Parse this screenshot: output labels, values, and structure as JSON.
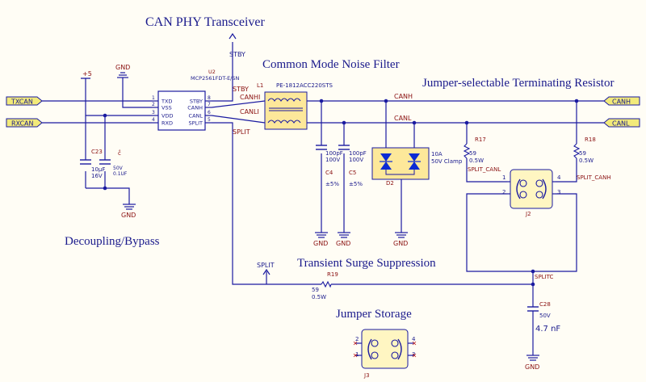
{
  "headings": {
    "can_phy": "CAN PHY Transceiver",
    "cm_filter": "Common Mode Noise Filter",
    "terminator": "Jumper-selectable Terminating Resistor",
    "decoupling": "Decoupling/Bypass",
    "transient": "Transient Surge Suppression",
    "jumper_storage": "Jumper Storage"
  },
  "ports": {
    "txcan": "TXCAN",
    "rxcan": "RXCAN",
    "canh": "CANH",
    "canl": "CANL"
  },
  "nets": {
    "gnd": "GND",
    "vplus": "+5",
    "stby": "STBY",
    "canh": "CANH",
    "canl": "CANL",
    "split": "SPLIT",
    "splitc": "SPLITC",
    "canhi": "CANHI",
    "canli": "CANLI",
    "split_canl": "SPLIT_CANL",
    "split_canh": "SPLIT_CANH"
  },
  "u2": {
    "ref": "U2",
    "part": "MCP2561FDT-E/SN",
    "pins_left": [
      "TXD",
      "VSS",
      "VDD",
      "RXD"
    ],
    "pins_right": [
      "STBY",
      "CANH",
      "CANL",
      "SPLIT"
    ],
    "nums_left": [
      "1",
      "2",
      "3",
      "4"
    ],
    "nums_right": [
      "8",
      "7",
      "6",
      "5"
    ]
  },
  "l1": {
    "ref": "L1",
    "part": "PE-1812ACC220STS"
  },
  "c23": {
    "ref": "C23",
    "value": "10µF",
    "voltage": "16V"
  },
  "c_bypass": {
    "value": "0.1UF",
    "voltage": "50V"
  },
  "c4": {
    "ref": "C4",
    "value": "100pF",
    "voltage": "100V",
    "tol": "±5%"
  },
  "c5": {
    "ref": "C5",
    "value": "100pF",
    "voltage": "100V",
    "tol": "±5%"
  },
  "d2": {
    "ref": "D2",
    "rating": "10A",
    "desc": "50V Clamp"
  },
  "r17": {
    "ref": "R17",
    "value": "59",
    "power": "0.5W"
  },
  "r18": {
    "ref": "R18",
    "value": "59",
    "power": "0.5W"
  },
  "r19": {
    "ref": "R19",
    "value": "59",
    "power": "0.5W"
  },
  "j2": {
    "ref": "J2",
    "pins": [
      "1",
      "2",
      "3",
      "4"
    ]
  },
  "j3": {
    "ref": "J3",
    "pins": [
      "2",
      "1",
      "4",
      "3"
    ]
  },
  "c28": {
    "ref": "C28",
    "voltage": "50V",
    "value": "4.7 nF"
  },
  "colors": {
    "wire": "#1a1aa0",
    "text": "#1a1a8c",
    "ref": "#8a1010",
    "part_fill": "#fff6c2",
    "part_fill_2": "#fde89a",
    "ic_fill": "#ffffff",
    "port_fill": "#f2ea7a",
    "diode": "#0a2bd4",
    "bg": "#fffdf5"
  }
}
